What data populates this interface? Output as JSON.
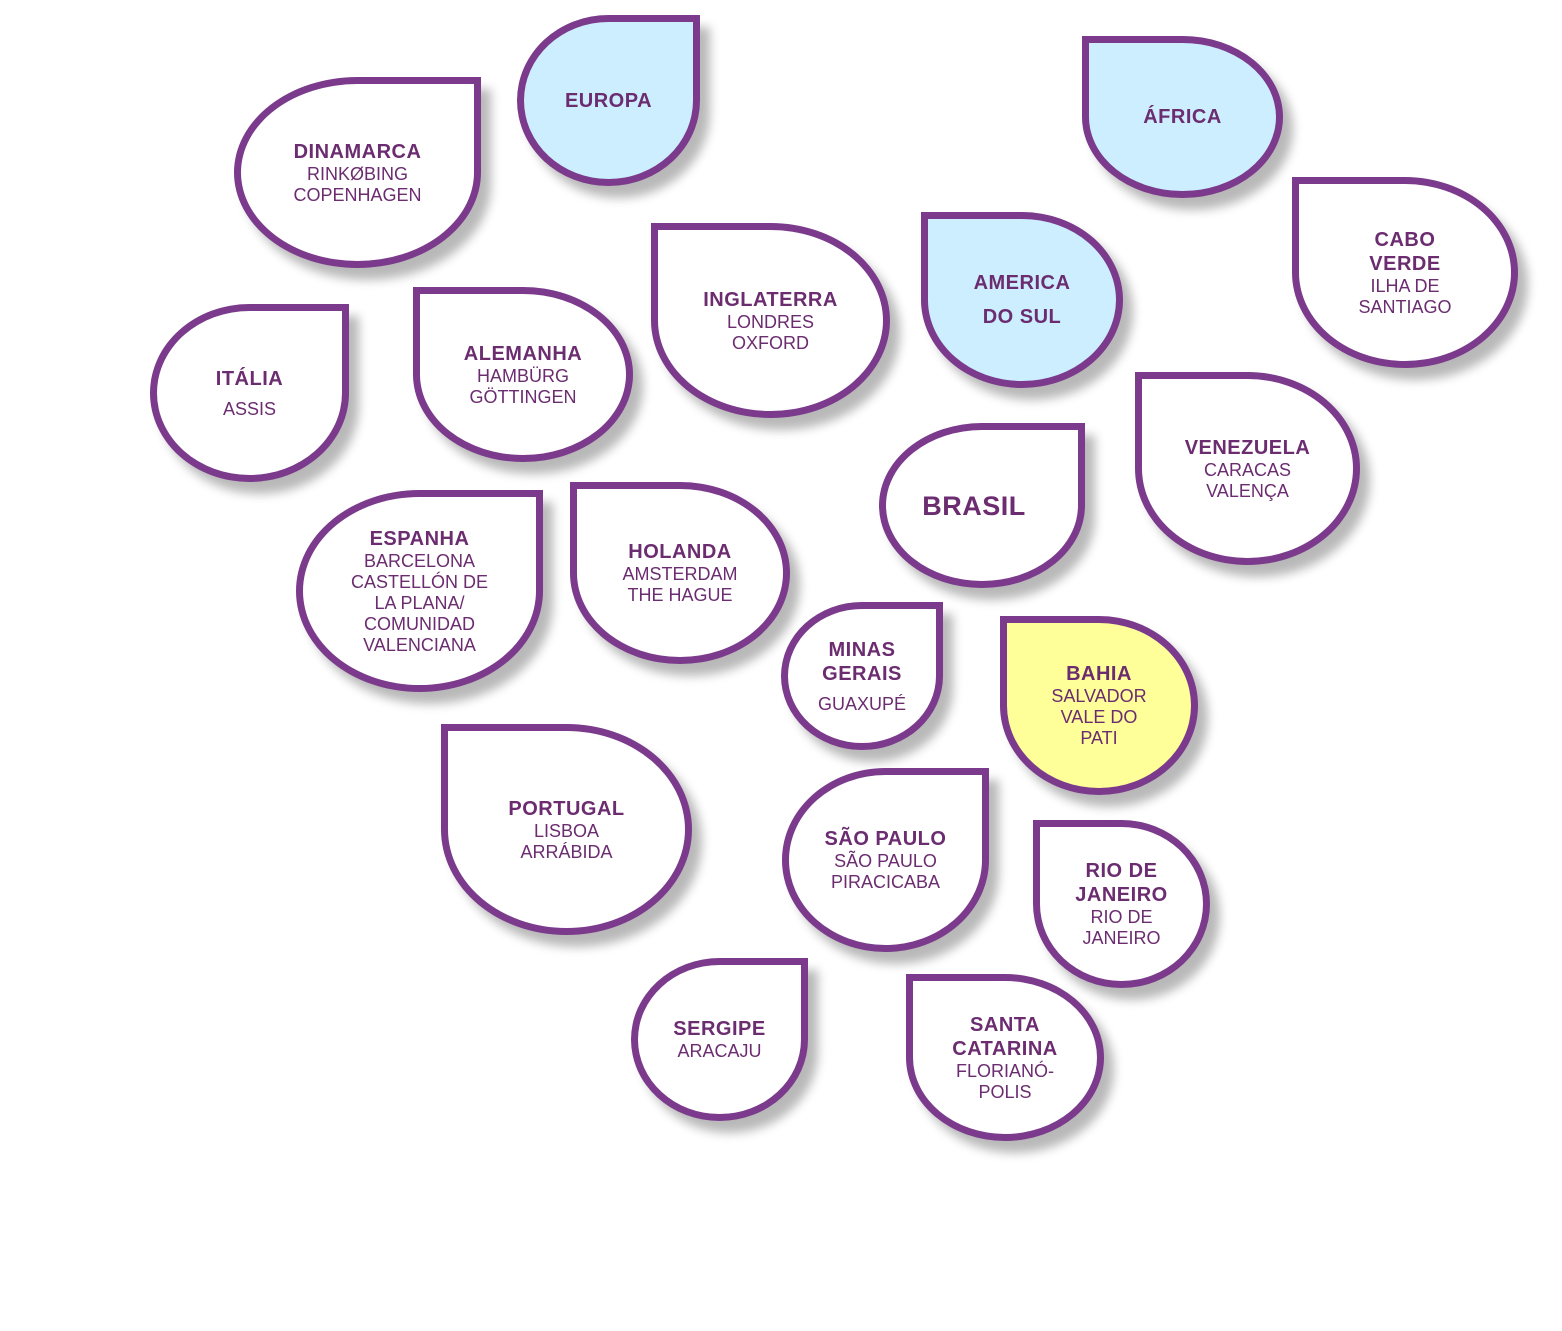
{
  "nodes": [
    {
      "id": "europa",
      "title": [
        "EUROPA"
      ],
      "lines": [],
      "fill": "#CCEEFF"
    },
    {
      "id": "africa",
      "title": [
        "ÁFRICA"
      ],
      "lines": [],
      "fill": "#CCEEFF"
    },
    {
      "id": "dinamarca",
      "title": [
        "DINAMARCA"
      ],
      "lines": [
        "RINKØBING",
        "COPENHAGEN"
      ]
    },
    {
      "id": "cabo-verde",
      "title": [
        "CABO",
        "VERDE"
      ],
      "lines": [
        "ILHA DE",
        "SANTIAGO"
      ]
    },
    {
      "id": "inglaterra",
      "title": [
        "INGLATERRA"
      ],
      "lines": [
        "LONDRES",
        "OXFORD"
      ]
    },
    {
      "id": "america-do-sul",
      "title": [
        "AMERICA",
        "DO SUL"
      ],
      "lines": [],
      "fill": "#CCEEFF"
    },
    {
      "id": "italia",
      "title": [
        "ITÁLIA"
      ],
      "lines": [
        "ASSIS"
      ]
    },
    {
      "id": "alemanha",
      "title": [
        "ALEMANHA"
      ],
      "lines": [
        "HAMBÜRG",
        "GÖTTINGEN"
      ]
    },
    {
      "id": "brasil",
      "title": [
        "BRASIL"
      ],
      "lines": []
    },
    {
      "id": "venezuela",
      "title": [
        "VENEZUELA"
      ],
      "lines": [
        "CARACAS",
        "VALENÇA"
      ]
    },
    {
      "id": "espanha",
      "title": [
        "ESPANHA"
      ],
      "lines": [
        "BARCELONA",
        "CASTELLÓN DE",
        "LA PLANA/",
        "COMUNIDAD",
        "VALENCIANA"
      ]
    },
    {
      "id": "holanda",
      "title": [
        "HOLANDA"
      ],
      "lines": [
        "AMSTERDAM",
        "THE HAGUE"
      ]
    },
    {
      "id": "minas-gerais",
      "title": [
        "MINAS",
        "GERAIS"
      ],
      "lines": [
        "GUAXUPÉ"
      ]
    },
    {
      "id": "bahia",
      "title": [
        "BAHIA"
      ],
      "lines": [
        "SALVADOR",
        "VALE DO",
        "PATI"
      ],
      "fill": "#FFFF99"
    },
    {
      "id": "portugal",
      "title": [
        "PORTUGAL"
      ],
      "lines": [
        "LISBOA",
        "ARRÁBIDA"
      ]
    },
    {
      "id": "sao-paulo",
      "title": [
        "SÃO PAULO"
      ],
      "lines": [
        "SÃO PAULO",
        "PIRACICABA"
      ]
    },
    {
      "id": "rio-de-janeiro",
      "title": [
        "RIO DE",
        "JANEIRO"
      ],
      "lines": [
        "RIO DE",
        "JANEIRO"
      ]
    },
    {
      "id": "sergipe",
      "title": [
        "SERGIPE"
      ],
      "lines": [
        "ARACAJU"
      ]
    },
    {
      "id": "santa-catarina",
      "title": [
        "SANTA",
        "CATARINA"
      ],
      "lines": [
        "FLORIANÓ-",
        "POLIS"
      ]
    }
  ],
  "colors": {
    "border": "#7B3A8C",
    "text": "#6B2C70",
    "region_fill": "#CCEEFF",
    "highlight_fill": "#FFFF99"
  }
}
